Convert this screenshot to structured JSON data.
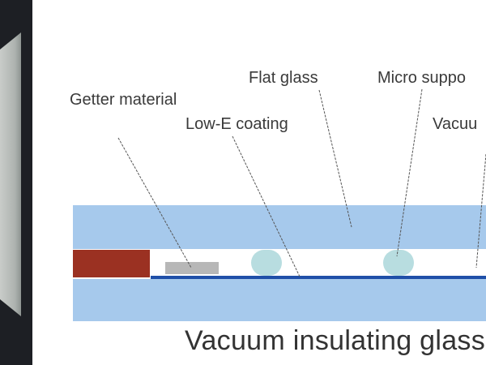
{
  "labels": {
    "getter_material": "Getter material",
    "low_e_coating": "Low-E coating",
    "flat_glass": "Flat glass",
    "micro_support": "Micro suppo",
    "vacuum": "Vacuu"
  },
  "caption": "Vacuum insulating glass",
  "colors": {
    "glass": "#a6c9ec",
    "edge_seal": "#9b3122",
    "getter": "#b7b7b7",
    "micro_support": "#b8dde0",
    "low_e_coating": "#1f4fa8",
    "leader_line": "#555555"
  }
}
